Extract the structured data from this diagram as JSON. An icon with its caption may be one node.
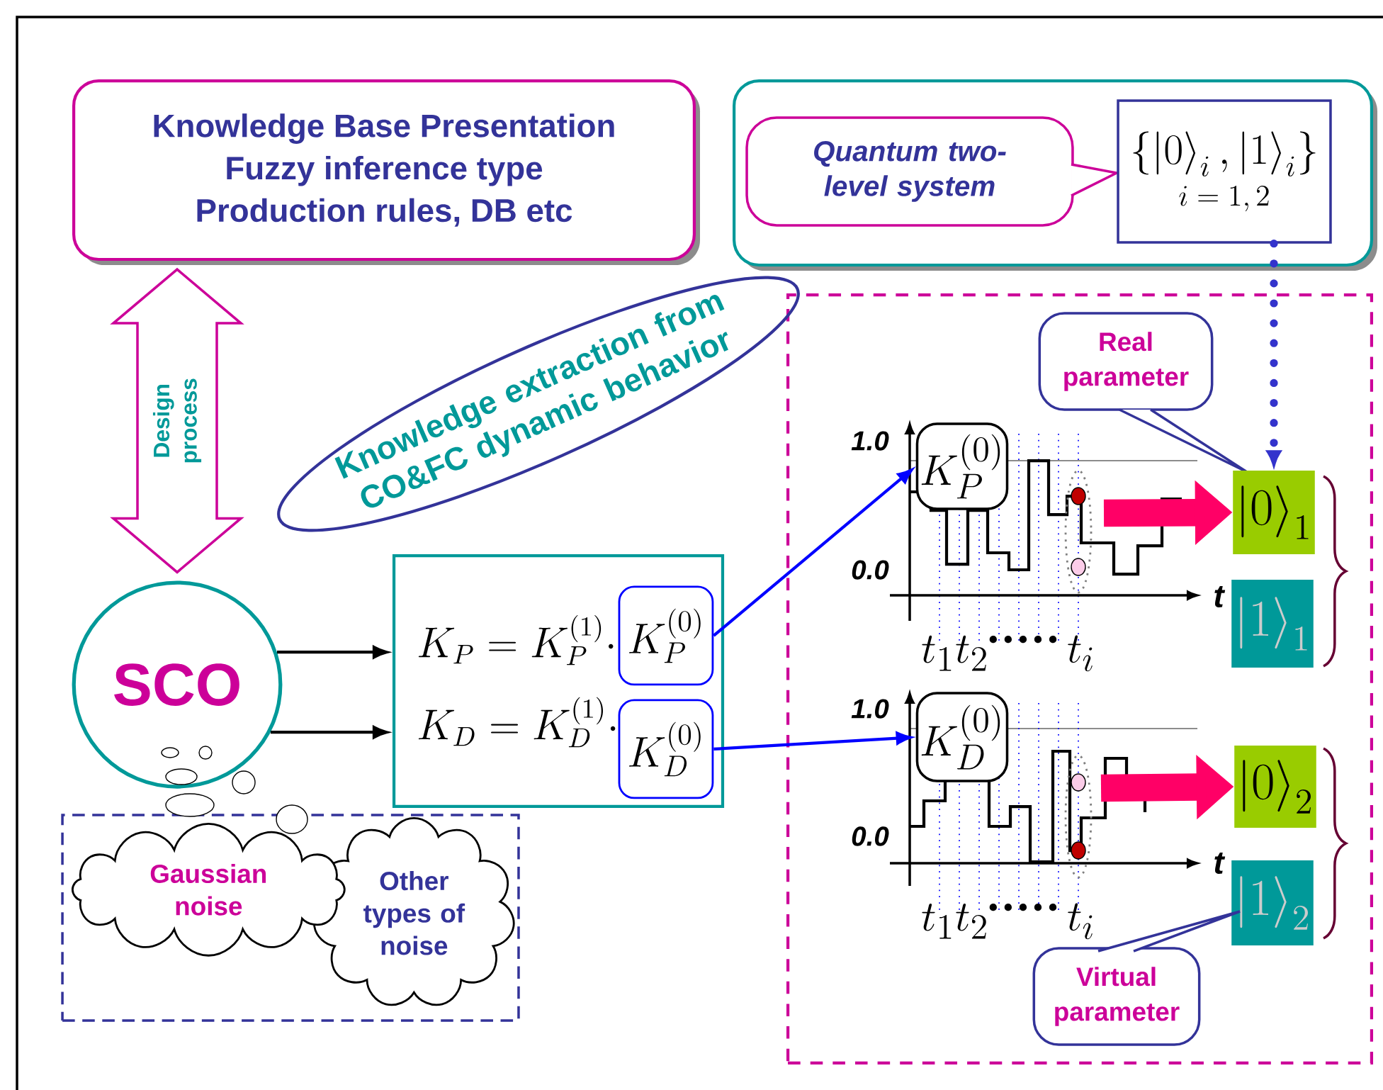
{
  "diagram": {
    "nodes": [
      {
        "text": [
          "Knowledge Base Presentation",
          "Fuzzy inference type",
          "Production rules, DB etc"
        ]
      },
      {
        "text": [],
        "shape": "box"
      },
      {
        "text": [
          "Quantum two-level system"
        ],
        "in": 1
      },
      {
        "text": [
          "\\left\\{ \\left|0\\right\\rangle_i , \\left|1\\right\\rangle_i \\right\\}",
          "i = 1, 2"
        ],
        "in": 1
      },
      {
        "text": [
          "Knowledge extraction from CO&FC dynamic behavior"
        ]
      },
      {
        "text": [
          "SCO"
        ]
      },
      {
        "text": [
          "K_P = K_P^{(1)} \\cdot",
          "K_D = K_D^{(1)} \\cdot"
        ]
      },
      {
        "text": [
          "K_P^{(0)}"
        ],
        "in": 6
      },
      {
        "text": [
          "K_D^{(0)}"
        ],
        "in": 6
      },
      {
        "text": [],
        "shape": "box"
      },
      {
        "text": [
          "Gaussian noise"
        ],
        "in": 9
      },
      {
        "text": [
          "Other types of noise"
        ],
        "in": 9
      },
      {
        "text": [],
        "shape": "box"
      },
      {
        "text": [
          "K_P^{(0)}"
        ],
        "in": 12
      },
      {
        "text": [
          "K_D^{(0)}"
        ],
        "in": 12
      },
      {
        "text": [
          "Real parameter"
        ],
        "in": 12
      },
      {
        "text": [
          "\\left|0\\right\\rangle_1"
        ],
        "in": 12
      },
      {
        "text": [
          "\\left|1\\right\\rangle_1"
        ],
        "in": 12
      },
      {
        "text": [
          "\\left|0\\right\\rangle_2"
        ],
        "in": 12
      },
      {
        "text": [
          "\\left|1\\right\\rangle_2"
        ],
        "in": 12
      },
      {
        "text": [
          "Virtual parameter"
        ],
        "in": 12
      }
    ],
    "edges": [
      {
        "from": 5,
        "to": 6,
        "arrow": "to"
      },
      {
        "from": 5,
        "to": 6,
        "arrow": "to"
      },
      {
        "from": 7,
        "to": 13,
        "arrow": "to",
        "color": "#0000ff"
      },
      {
        "from": 8,
        "to": 14,
        "arrow": "to",
        "color": "#0000ff"
      },
      {
        "from": 3,
        "to": 16,
        "arrow": "to",
        "style": "dashed",
        "color": "#3333cc"
      },
      {
        "from": null,
        "to": 16,
        "arrow": "to",
        "style": "thick",
        "color": "#ff0066"
      },
      {
        "from": null,
        "to": 18,
        "arrow": "to",
        "style": "thick",
        "color": "#ff0066"
      },
      {
        "from": 0,
        "to": 5,
        "arrow": "both",
        "label": "Design process",
        "color": "#cc0099"
      }
    ],
    "labels": [
      "1.0",
      "0.0",
      "t",
      "t_1",
      "t_2",
      "·····",
      "t_i",
      "1.0",
      "0.0",
      "t",
      "t_1",
      "t_2",
      "·····",
      "t_i"
    ]
  }
}
